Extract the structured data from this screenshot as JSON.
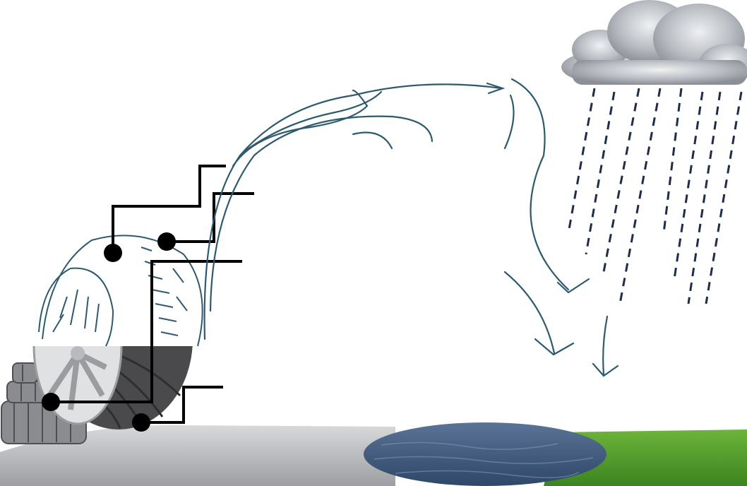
{
  "colors": {
    "flow_stroke": "#2e5a6e",
    "rain": "#1f2d4a",
    "connector": "#000000",
    "cloud": "#b9bcc2",
    "asphalt": "#b3b5b8",
    "water": "#3f5a7e",
    "grass": "#4f9a2a",
    "tire_rubber": "#4a4a4c",
    "rim": "#e2e4e6"
  },
  "icons": [
    "cloud",
    "rain",
    "tire",
    "tire-stack",
    "puddle",
    "grass",
    "asphalt",
    "flow-arrows"
  ]
}
